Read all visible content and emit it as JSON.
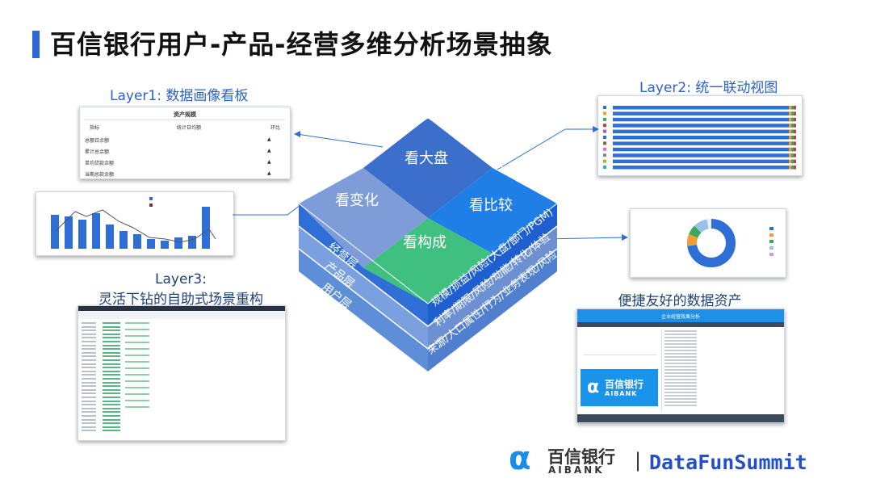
{
  "title": "百信银行用户-产品-经营多维分析场景抽象",
  "layer1": {
    "caption": "Layer1: 数据画像看板",
    "panel_title": "资产规模",
    "columns": [
      "指标",
      "统计日均额",
      "环比"
    ],
    "rows": [
      "总额日余额",
      "累计总余额",
      "单均贷款余额",
      "当期总款余额"
    ]
  },
  "layer2": {
    "caption": "Layer2: 统一联动视图"
  },
  "layer3": {
    "caption_line1": "Layer3:",
    "caption_line2": "灵活下钻的自助式场景重构"
  },
  "assets": {
    "caption": "便捷友好的数据资产",
    "header_title": "企业经营效果分析",
    "logo_text": "百信银行",
    "logo_sub": "AIBANK"
  },
  "cube": {
    "top_labels": {
      "back": "看大盘",
      "left": "看变化",
      "right": "看比较",
      "front": "看构成"
    },
    "layers_left": [
      "经营层",
      "产品层",
      "用户层"
    ],
    "layers_right": [
      "规模/损益/风险(大盘/部门/PGM)",
      "利率/期限/风险/动能/转化/体验",
      "来源/人口属性/行为/业务表现/风险"
    ]
  },
  "footer": {
    "brand_cn": "百信银行",
    "brand_en": "AIBANK",
    "separator": "|",
    "summit": "DataFunSummit"
  },
  "colors": {
    "accent": "#2f66d6",
    "cube_back": "#3b6fcb",
    "cube_left": "#7e9cd8",
    "cube_right": "#1f7fe6",
    "cube_front": "#3fbf80",
    "layer1": "#2e6ed6",
    "layer2": "#7aa0e0",
    "layer3": "#5f8ed8"
  }
}
